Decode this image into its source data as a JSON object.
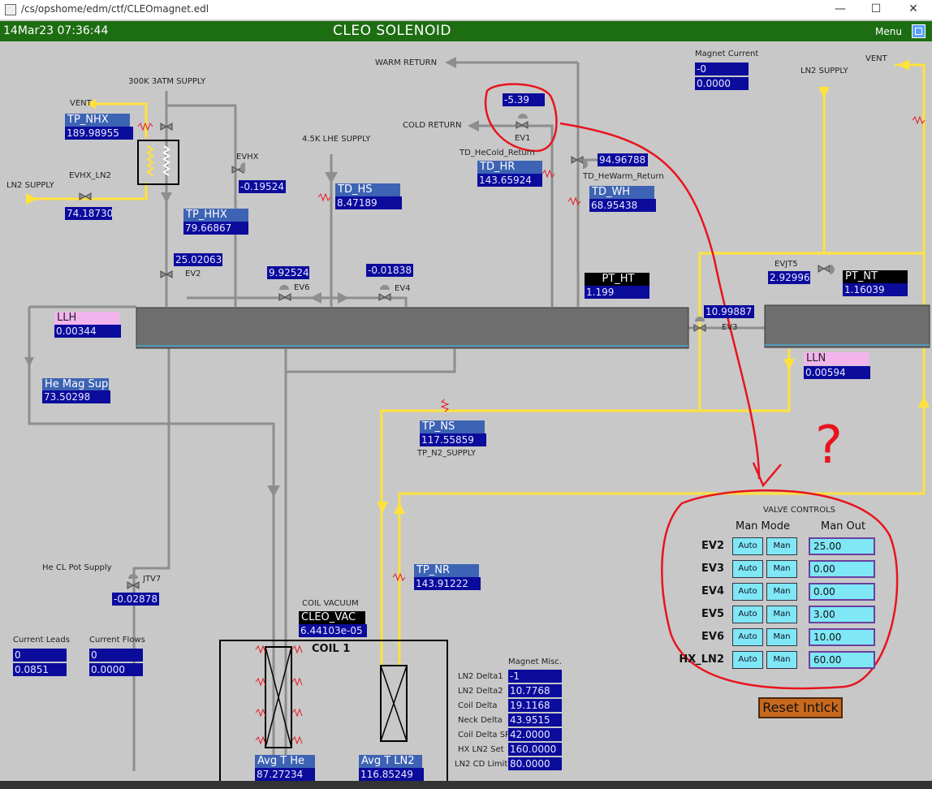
{
  "window": {
    "path": "/cs/opshome/edm/ctf/CLEOmagnet.edl"
  },
  "header": {
    "timestamp": "14Mar23 07:36:44",
    "title": "CLEO SOLENOID",
    "menu_label": "Menu"
  },
  "labels": {
    "supply_300k": "300K 3ATM SUPPLY",
    "vent_left": "VENT",
    "warm_return": "WARM RETURN",
    "cold_return": "COLD RETURN",
    "lhe_supply": "4.5K LHE SUPPLY",
    "ln2_supply_left": "LN2 SUPPLY",
    "ln2_supply_right": "LN2 SUPPLY",
    "vent_right": "VENT",
    "td_hecold_return": "TD_HeCold_Return",
    "td_hewarm_return": "TD_HeWarm_Return",
    "tp_n2_supply": "TP_N2_SUPPLY",
    "he_cl_pot_supply": "He CL Pot Supply",
    "coil_vacuum": "COIL VACUUM",
    "coil1": "COIL 1",
    "current_leads": "Current Leads",
    "current_flows": "Current Flows",
    "magnet_current": "Magnet Current",
    "magnet_misc": "Magnet Misc.",
    "valve_controls": "VALVE CONTROLS",
    "man_mode": "Man Mode",
    "man_out": "Man Out"
  },
  "valves": {
    "ev1": "EV1",
    "ev2": "EV2",
    "ev3": "EV3",
    "ev4": "EV4",
    "ev6": "EV6",
    "evhx": "EVHX",
    "evhx_ln2": "EVHX_LN2",
    "evjt5": "EVJT5",
    "jtv7": "JTV7"
  },
  "readouts": {
    "ev1_val": "-5.39",
    "tp_nhx_tag": "TP_NHX",
    "tp_nhx_val": "189.98955",
    "evhx_val": "-0.19524",
    "evhx_ln2_val": "74.18730",
    "tp_hhx_tag": "TP_HHX",
    "tp_hhx_val": "79.66867",
    "td_hs_tag": "TD_HS",
    "td_hs_val": "8.47189",
    "td_hr_tag": "TD_HR",
    "td_hr_val": "143.65924",
    "warm_valve_val": "94.96788",
    "td_wh_tag": "TD_WH",
    "td_wh_val": "68.95438",
    "ev2_val": "25.02063",
    "ev6_val": "9.92524",
    "ev4_val": "-0.01838",
    "pt_ht_tag": "PT_HT",
    "pt_ht_val": "1.199",
    "ev3_val": "10.99887",
    "evjt5_val": "2.92996",
    "pt_nt_tag": "PT_NT",
    "pt_nt_val": "1.16039",
    "llh_tag": "LLH",
    "llh_val": "0.00344",
    "lln_tag": "LLN",
    "lln_val": "0.00594",
    "he_mag_sup_tag": "He Mag Sup",
    "he_mag_sup_val": "73.50298",
    "tp_ns_tag": "TP_NS",
    "tp_ns_val": "117.55859",
    "tp_nr_tag": "TP_NR",
    "tp_nr_val": "143.91222",
    "jtv7_val": "-0.02878",
    "cleo_vac_tag": "CLEO_VAC",
    "cleo_vac_val": "6.44103e-05",
    "avg_t_he_tag": "Avg T He",
    "avg_t_he_val": "87.27234",
    "avg_t_ln2_tag": "Avg T LN2",
    "avg_t_ln2_val": "116.85249",
    "magnet_current_1": "-0",
    "magnet_current_2": "0.0000",
    "current_leads_1": "0",
    "current_leads_2": "0.0851",
    "current_flows_1": "0",
    "current_flows_2": "0.0000"
  },
  "magnet_misc": [
    {
      "label": "LN2 Delta1",
      "value": "-1"
    },
    {
      "label": "LN2 Delta2",
      "value": "10.7768"
    },
    {
      "label": "Coil Delta",
      "value": "19.1168"
    },
    {
      "label": "Neck Delta",
      "value": "43.9515"
    },
    {
      "label": "Coil Delta SP",
      "value": "42.0000"
    },
    {
      "label": "HX LN2 Set",
      "value": "160.0000"
    },
    {
      "label": "LN2 CD Limit",
      "value": "80.0000"
    }
  ],
  "valve_controls": [
    {
      "name": "EV2",
      "auto": "Auto",
      "man": "Man",
      "out": "25.00"
    },
    {
      "name": "EV3",
      "auto": "Auto",
      "man": "Man",
      "out": "0.00"
    },
    {
      "name": "EV4",
      "auto": "Auto",
      "man": "Man",
      "out": "0.00"
    },
    {
      "name": "EV5",
      "auto": "Auto",
      "man": "Man",
      "out": "3.00"
    },
    {
      "name": "EV6",
      "auto": "Auto",
      "man": "Man",
      "out": "10.00"
    },
    {
      "name": "HX_LN2",
      "auto": "Auto",
      "man": "Man",
      "out": "60.00"
    }
  ],
  "reset_label": "Reset Intlck",
  "annotation_mark": "?",
  "colors": {
    "header_bg": "#1d6e12",
    "pipe_gray": "#8e8e8e",
    "pipe_yellow": "#ffe23a",
    "value_bg": "#0b0b9c",
    "tag_bg": "#3d63b4",
    "annotation": "#e8141e"
  }
}
